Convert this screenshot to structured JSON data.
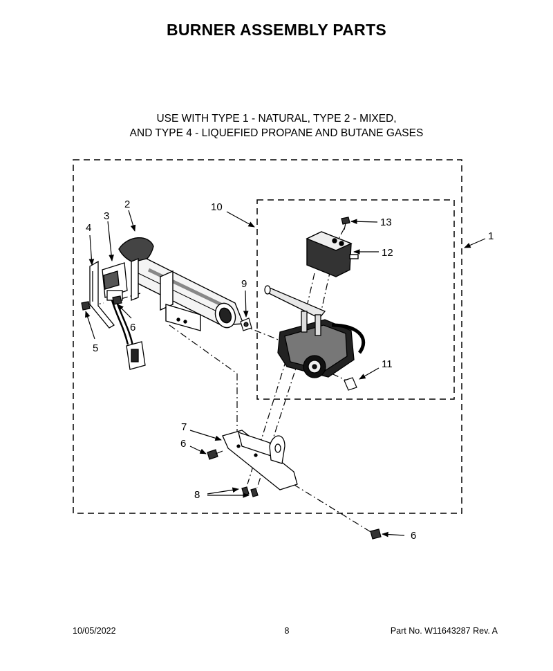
{
  "title": "BURNER ASSEMBLY PARTS",
  "subtitle_line1": "USE WITH TYPE 1 - NATURAL, TYPE 2 - MIXED,",
  "subtitle_line2": "AND TYPE 4 - LIQUEFIED PROPANE AND BUTANE GASES",
  "callouts": {
    "c1": "1",
    "c2": "2",
    "c3": "3",
    "c4": "4",
    "c5": "5",
    "c6a": "6",
    "c6b": "6",
    "c6c": "6",
    "c7": "7",
    "c8": "8",
    "c9": "9",
    "c10": "10",
    "c11": "11",
    "c12": "12",
    "c13": "13"
  },
  "footer": {
    "date": "10/05/2022",
    "page": "8",
    "part_no": "Part No.  W11643287  Rev.  A"
  }
}
